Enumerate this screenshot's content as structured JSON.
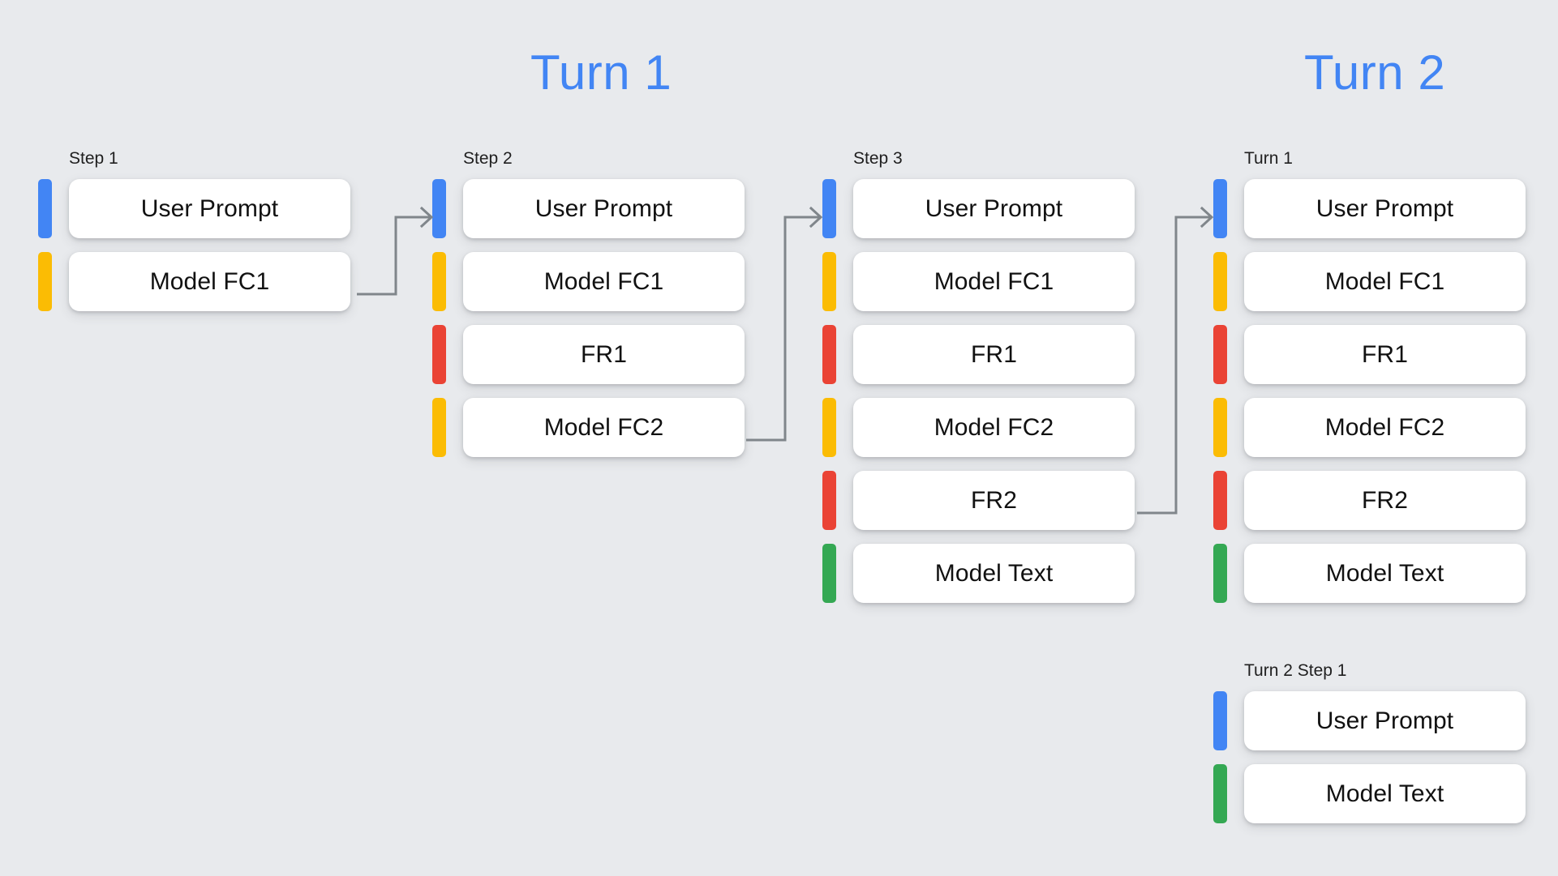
{
  "background_color": "#e8eaed",
  "accent_color": "#4285f4",
  "headings": {
    "turn1": "Turn 1",
    "turn2": "Turn 2"
  },
  "palette": {
    "blue": "#4285f4",
    "yellow": "#fbbc04",
    "red": "#ea4335",
    "green": "#34a853"
  },
  "columns": [
    {
      "id": "step1",
      "label": "Step 1",
      "rows": [
        {
          "color": "blue",
          "label": "User Prompt"
        },
        {
          "color": "yellow",
          "label": "Model FC1"
        }
      ]
    },
    {
      "id": "step2",
      "label": "Step 2",
      "rows": [
        {
          "color": "blue",
          "label": "User Prompt"
        },
        {
          "color": "yellow",
          "label": "Model FC1"
        },
        {
          "color": "red",
          "label": "FR1"
        },
        {
          "color": "yellow",
          "label": "Model FC2"
        }
      ]
    },
    {
      "id": "step3",
      "label": "Step 3",
      "rows": [
        {
          "color": "blue",
          "label": "User Prompt"
        },
        {
          "color": "yellow",
          "label": "Model FC1"
        },
        {
          "color": "red",
          "label": "FR1"
        },
        {
          "color": "yellow",
          "label": "Model FC2"
        },
        {
          "color": "red",
          "label": "FR2"
        },
        {
          "color": "green",
          "label": "Model Text"
        }
      ]
    },
    {
      "id": "turn2-turn1",
      "label": "Turn 1",
      "rows": [
        {
          "color": "blue",
          "label": "User Prompt"
        },
        {
          "color": "yellow",
          "label": "Model FC1"
        },
        {
          "color": "red",
          "label": "FR1"
        },
        {
          "color": "yellow",
          "label": "Model FC2"
        },
        {
          "color": "red",
          "label": "FR2"
        },
        {
          "color": "green",
          "label": "Model Text"
        }
      ]
    },
    {
      "id": "turn2-step1",
      "label": "Turn 2 Step 1",
      "rows": [
        {
          "color": "blue",
          "label": "User Prompt"
        },
        {
          "color": "green",
          "label": "Model Text"
        }
      ]
    }
  ],
  "connectors": [
    {
      "id": "conn-1",
      "from": "step1.Model FC1",
      "to": "step2.User Prompt",
      "color": "#80868b"
    },
    {
      "id": "conn-2",
      "from": "step2.Model FC2",
      "to": "step3.User Prompt",
      "color": "#80868b"
    },
    {
      "id": "conn-3",
      "from": "step3.FR2",
      "to": "turn2-turn1.User Prompt",
      "color": "#80868b"
    }
  ]
}
